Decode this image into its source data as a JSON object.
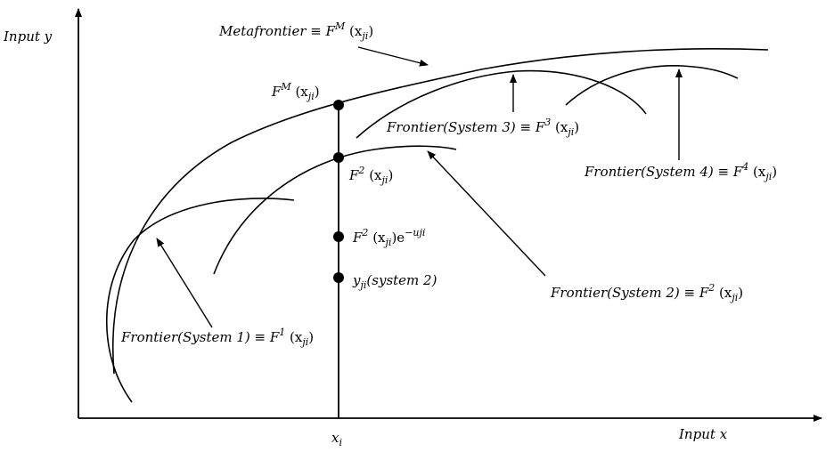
{
  "axes": {
    "y_label": "Input y",
    "x_label": "Input x",
    "x_tick": "x",
    "x_tick_sub": "i"
  },
  "labels": {
    "metafrontier": {
      "prefix": "Metafrontier ≡ F",
      "sup": "M",
      "arg": " (x",
      "sub": "ji",
      "close": ")"
    },
    "fm_point": {
      "prefix": "F",
      "sup": "M",
      "arg": " (x",
      "sub": "ji",
      "close": ")"
    },
    "f2_point": {
      "prefix": "F",
      "sup": "2",
      "arg": " (x",
      "sub": "ji",
      "close": ")"
    },
    "f2_exp_point": {
      "prefix": "F",
      "sup": "2",
      "arg": " (x",
      "sub": "ji",
      "close": ")e",
      "exp": "−uji"
    },
    "y_point": {
      "prefix": "y",
      "sub": "ji",
      "rest": "(system 2)"
    },
    "frontier1": {
      "prefix": "Frontier(System 1) ≡ F",
      "sup": "1",
      "arg": " (x",
      "sub": "ji",
      "close": ")"
    },
    "frontier2": {
      "prefix": "Frontier(System 2) ≡ F",
      "sup": "2",
      "arg": " (x",
      "sub": "ji",
      "close": ")"
    },
    "frontier3": {
      "prefix": "Frontier(System 3) ≡ F",
      "sup": "3",
      "arg": " (x",
      "sub": "ji",
      "close": ")"
    },
    "frontier4": {
      "prefix": "Frontier(System 4) ≡ F",
      "sup": "4",
      "arg": " (x",
      "sub": "ji",
      "close": ")"
    }
  }
}
